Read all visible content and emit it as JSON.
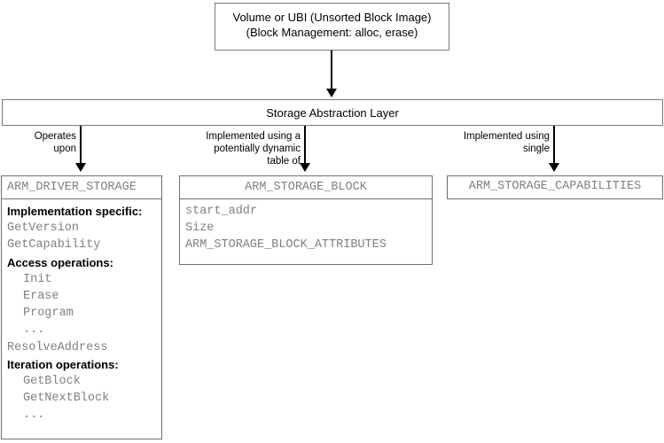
{
  "diagram": {
    "title_box": {
      "line1": "Volume or UBI (Unsorted Block Image)",
      "line2": "(Block Management: alloc, erase)"
    },
    "layer_box": {
      "label": "Storage Abstraction Layer"
    },
    "edges": [
      {
        "label": "Operates\nupon"
      },
      {
        "label": "Implemented using a\npotentially dynamic\ntable of"
      },
      {
        "label": "Implemented using\nsingle"
      }
    ],
    "classes": {
      "driver": {
        "name": "ARM_DRIVER_STORAGE",
        "rows": [
          {
            "kind": "section",
            "text": "Implementation specific:",
            "indent": false
          },
          {
            "kind": "mono",
            "text": "GetVersion",
            "indent": false
          },
          {
            "kind": "mono",
            "text": "GetCapability",
            "indent": false
          },
          {
            "kind": "section",
            "text": "Access operations:",
            "indent": false
          },
          {
            "kind": "mono",
            "text": "Init",
            "indent": true
          },
          {
            "kind": "mono",
            "text": "Erase",
            "indent": true
          },
          {
            "kind": "mono",
            "text": "Program",
            "indent": true
          },
          {
            "kind": "mono",
            "text": "...",
            "indent": true
          },
          {
            "kind": "mono",
            "text": "ResolveAddress",
            "indent": false
          },
          {
            "kind": "section",
            "text": "Iteration operations:",
            "indent": false
          },
          {
            "kind": "mono",
            "text": "GetBlock",
            "indent": true
          },
          {
            "kind": "mono",
            "text": "GetNextBlock",
            "indent": true
          },
          {
            "kind": "mono",
            "text": "...",
            "indent": true
          }
        ]
      },
      "block": {
        "name": "ARM_STORAGE_BLOCK",
        "rows": [
          {
            "kind": "mono",
            "text": "start_addr",
            "indent": false
          },
          {
            "kind": "mono",
            "text": "Size",
            "indent": false
          },
          {
            "kind": "mono",
            "text": "ARM_STORAGE_BLOCK_ATTRIBUTES",
            "indent": false
          }
        ]
      },
      "capabilities": {
        "name": "ARM_STORAGE_CAPABILITIES"
      }
    },
    "colors": {
      "box_border": "#7a7a7a",
      "mono_text": "#808080",
      "label_text": "#000000",
      "connector": "#000000",
      "background": "#ffffff"
    }
  }
}
